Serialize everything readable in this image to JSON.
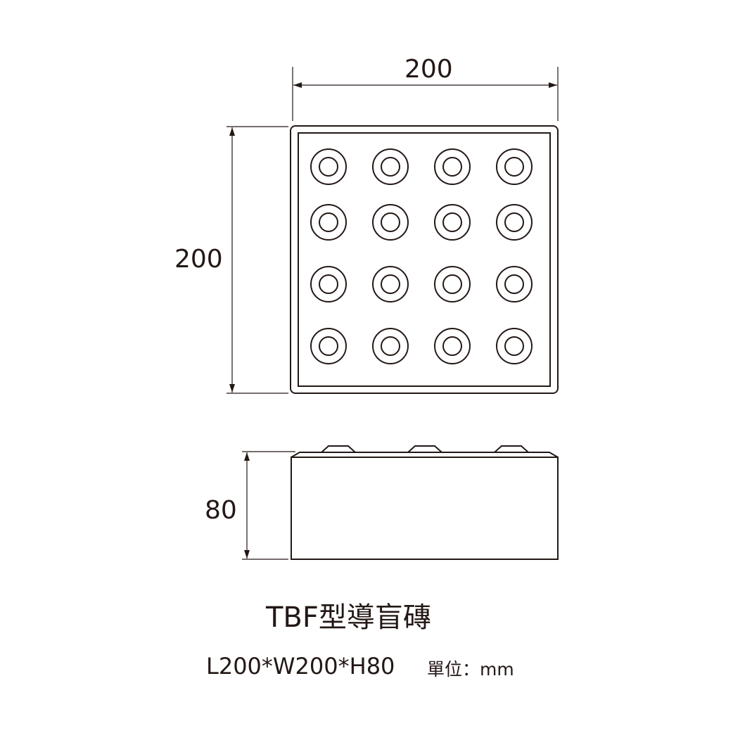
{
  "dimensions": {
    "top_width": "200",
    "left_length": "200",
    "side_height": "80"
  },
  "title": "TBF型導盲磚",
  "spec": "L200*W200*H80",
  "unit": "單位：mm",
  "grid": {
    "rows": 4,
    "cols": 4
  },
  "colors": {
    "line": "#231815"
  }
}
